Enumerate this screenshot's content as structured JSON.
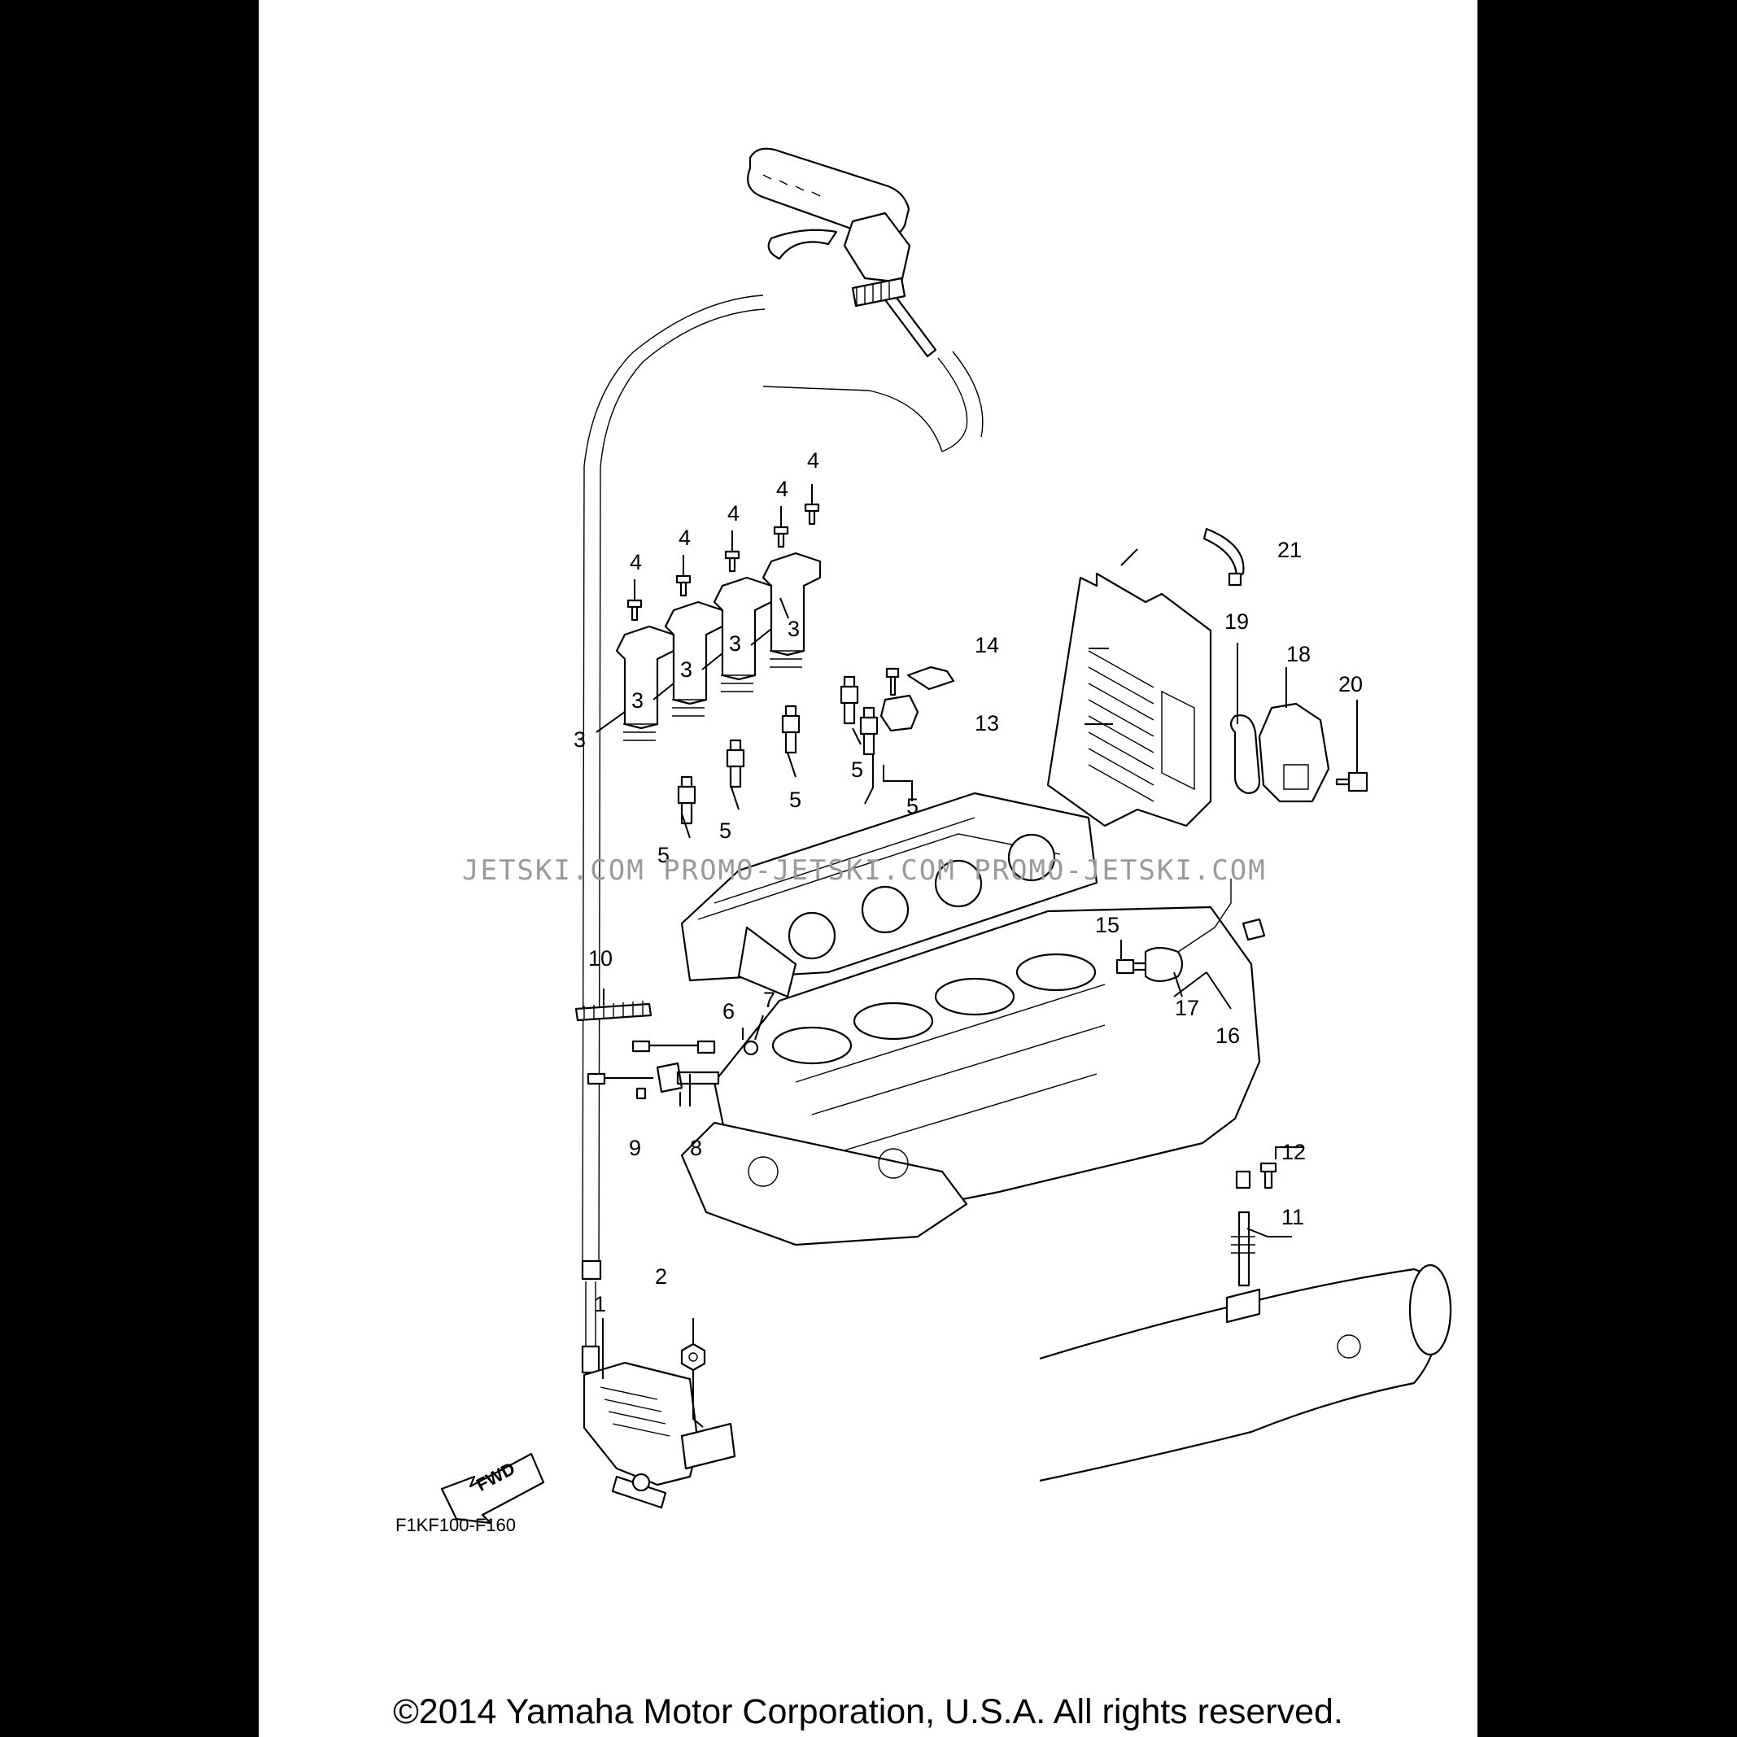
{
  "diagram": {
    "code": "F1KF100-F160",
    "fwd_label": "FWD",
    "watermark": "JETSKI.COM PROMO-JETSKI.COM PROMO-JETSKI.COM",
    "copyright": "©2014 Yamaha Motor Corporation, U.S.A. All rights reserved.",
    "callouts": [
      {
        "id": "1",
        "label": "1"
      },
      {
        "id": "2",
        "label": "2"
      },
      {
        "id": "3",
        "label": "3"
      },
      {
        "id": "4",
        "label": "4"
      },
      {
        "id": "5",
        "label": "5"
      },
      {
        "id": "6",
        "label": "6"
      },
      {
        "id": "7",
        "label": "7"
      },
      {
        "id": "8",
        "label": "8"
      },
      {
        "id": "9",
        "label": "9"
      },
      {
        "id": "10",
        "label": "10"
      },
      {
        "id": "11",
        "label": "11"
      },
      {
        "id": "12",
        "label": "12"
      },
      {
        "id": "13",
        "label": "13"
      },
      {
        "id": "14",
        "label": "14"
      },
      {
        "id": "15",
        "label": "15"
      },
      {
        "id": "16",
        "label": "16"
      },
      {
        "id": "17",
        "label": "17"
      },
      {
        "id": "18",
        "label": "18"
      },
      {
        "id": "19",
        "label": "19"
      },
      {
        "id": "20",
        "label": "20"
      },
      {
        "id": "21",
        "label": "21"
      }
    ]
  }
}
